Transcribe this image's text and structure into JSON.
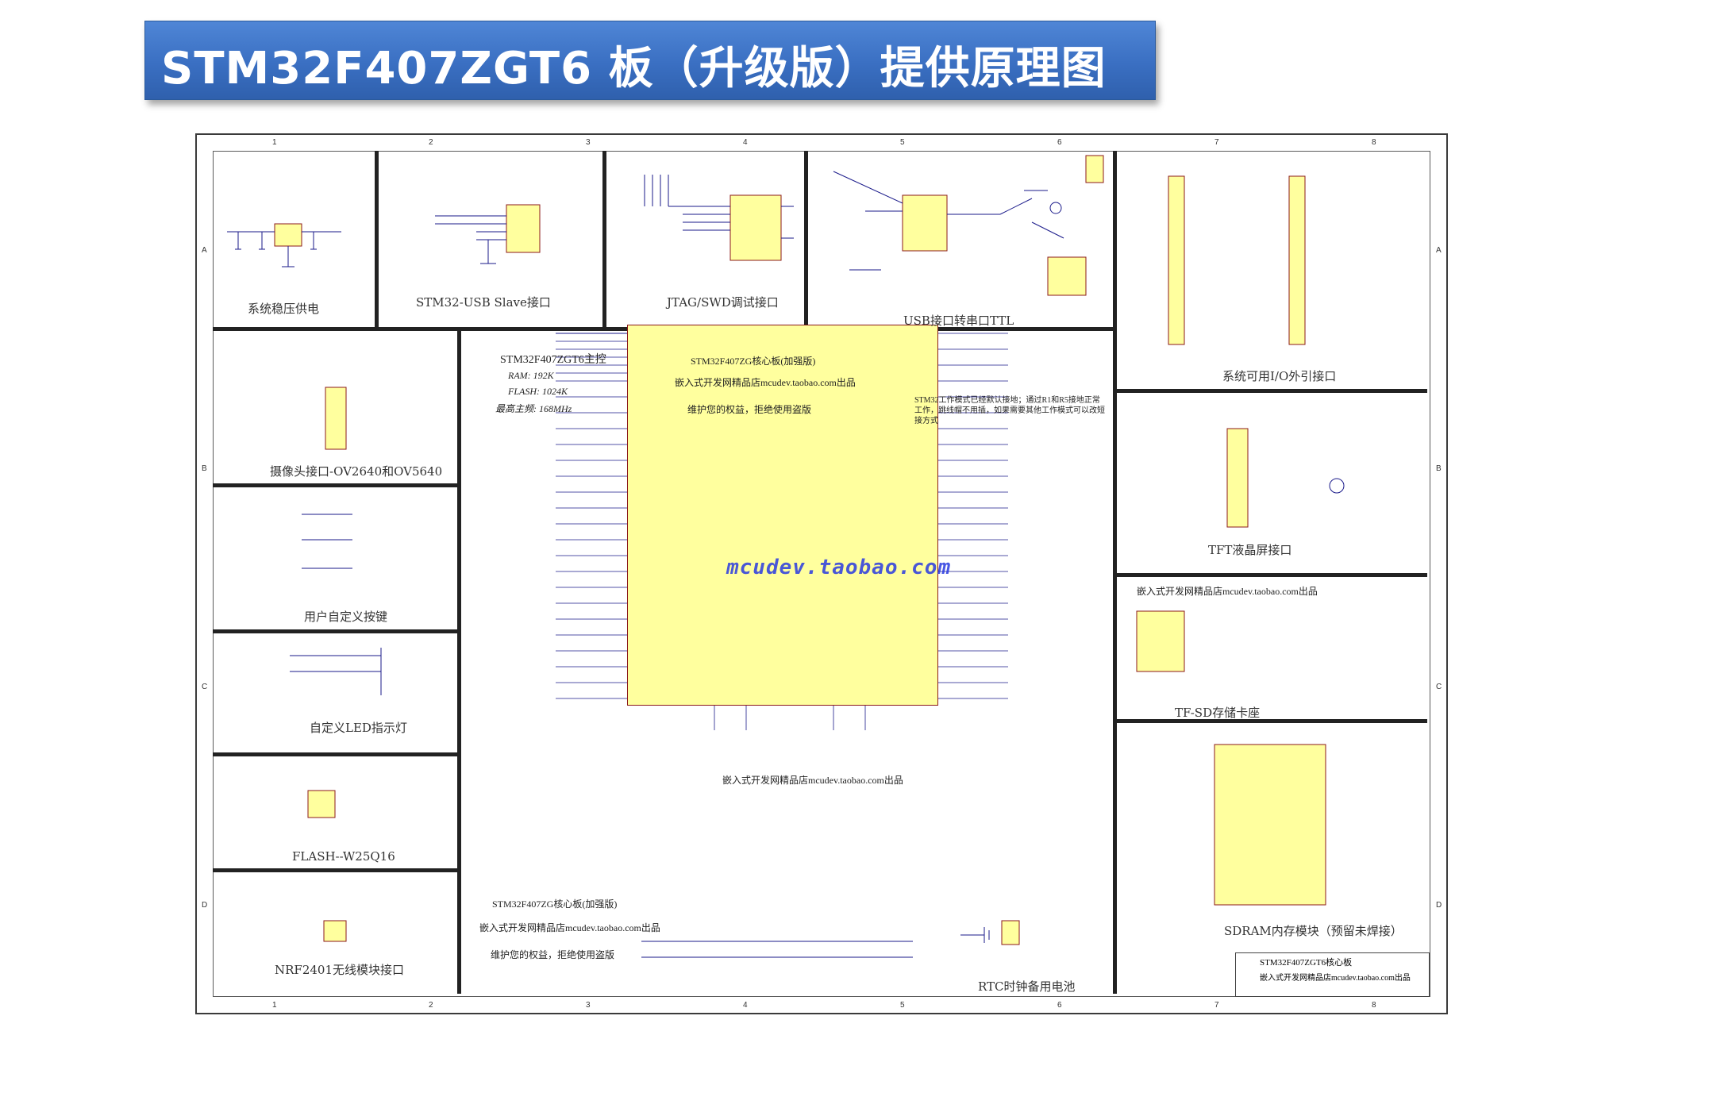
{
  "banner": {
    "title": "STM32F407ZGT6 板（升级版）提供原理图"
  },
  "zones": {
    "columns": [
      "1",
      "2",
      "3",
      "4",
      "5",
      "6",
      "7",
      "8"
    ],
    "rows": [
      "A",
      "B",
      "C",
      "D"
    ]
  },
  "panels": {
    "power": "系统稳压供电",
    "usb_slave": "STM32-USB Slave接口",
    "jtag": "JTAG/SWD调试接口",
    "usb_ttl": "USB接口转串口TTL",
    "io_header": "系统可用I/O外引接口",
    "camera": "摄像头接口-OV2640和OV5640",
    "keys": "用户自定义按键",
    "leds": "自定义LED指示灯",
    "flash": "FLASH--W25Q16",
    "nrf": "NRF2401无线模块接口",
    "tft": "TFT液晶屏接口",
    "tfsd": "TF-SD存储卡座",
    "sdram": "SDRAM内存模块（预留未焊接）",
    "rtc": "RTC时钟备用电池"
  },
  "mcu": {
    "heading": "STM32F407ZGT6主控",
    "ram": "RAM:  192K",
    "flash": "FLASH:  1024K",
    "freq": "最高主频:  168MHz",
    "core_board": "STM32F407ZG核心板(加强版)",
    "shop": "嵌入式开发网精品店mcudev.taobao.com出品",
    "rights": "维护您的权益，拒绝使用盗版",
    "chip_shop": "嵌入式开发网精品店mcudev.taobao.com出品",
    "boot_note": "STM32工作模式已经默认接地；通过R1和R5接地正常工作，跳线帽不用插，如果需要其他工作模式可以改短接方式",
    "watermark": "mcudev.taobao.com"
  },
  "bottom_left": {
    "core_board": "STM32F407ZG核心板(加强版)",
    "shop": "嵌入式开发网精品店mcudev.taobao.com出品",
    "rights": "维护您的权益，拒绝使用盗版"
  },
  "tfsd_area": {
    "shop": "嵌入式开发网精品店mcudev.taobao.com出品"
  },
  "title_block": {
    "title": "STM32F407ZGT6核心板",
    "shop": "嵌入式开发网精品店mcudev.taobao.com出品"
  },
  "colors": {
    "banner": "#3a6fc2",
    "chip_fill": "#ffff9e",
    "chip_border": "#8b1a1a",
    "net_label": "#c0186a",
    "wire": "#1a1a8a",
    "watermark": "#2a3ae0"
  }
}
